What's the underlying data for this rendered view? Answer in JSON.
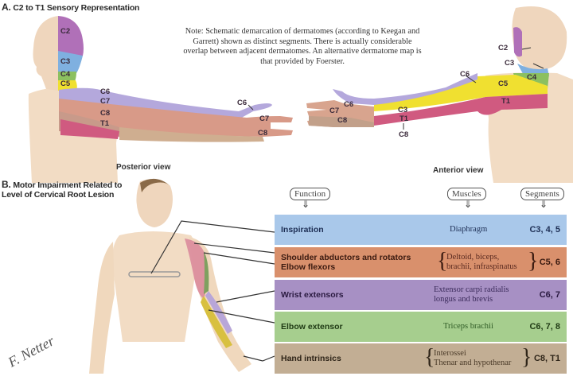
{
  "sectionA": {
    "letter": "A.",
    "title": "C2 to T1 Sensory Representation",
    "note": "Note: Schematic demarcation of dermatomes (according to Keegan and Garrett) shown as distinct segments. There is actually considerable overlap between adjacent dermatomes. An alternative dermatome map is that provided by Foerster.",
    "posterior_view_label": "Posterior view",
    "anterior_view_label": "Anterior view",
    "posterior_labels": [
      "C2",
      "C3",
      "C4",
      "C5",
      "C6",
      "C7",
      "C8",
      "T1",
      "C6",
      "C7",
      "C8"
    ],
    "anterior_labels": [
      "C2",
      "C3",
      "C4",
      "C5",
      "C6",
      "C5",
      "T1",
      "C6",
      "C7",
      "C8",
      "C3",
      "T1",
      "C8"
    ],
    "dermatome_colors": {
      "C2": "#b070b8",
      "C3": "#7fb0e0",
      "C4": "#8cc060",
      "C5": "#f0e030",
      "C6": "#b4a8dc",
      "C7": "#d89a88",
      "C8": "#c89a8a",
      "T1": "#d05a80",
      "skin": "#f2dcc4"
    }
  },
  "sectionB": {
    "letter": "B.",
    "title_line1": "Motor Impairment Related to",
    "title_line2": "Level of Cervical Root Lesion",
    "headers": {
      "function": "Function",
      "muscles": "Muscles",
      "segments": "Segments"
    },
    "rows": [
      {
        "function": "Inspiration",
        "function2": "",
        "muscles": "Diaphragm",
        "muscles2": "",
        "brace": false,
        "segments": "C3, 4, 5",
        "color": "#a9c8ea",
        "text_color": "#1e2f55"
      },
      {
        "function": "Shoulder abductors and rotators",
        "function2": "Elbow flexors",
        "muscles": "Deltoid, biceps,",
        "muscles2": "brachii, infraspinatus",
        "brace": true,
        "segments": "C5, 6",
        "color": "#d9906c",
        "text_color": "#3a1a10"
      },
      {
        "function": "Wrist extensors",
        "function2": "",
        "muscles": "Extensor carpi radialis",
        "muscles2": "longus and brevis",
        "brace": false,
        "segments": "C6, 7",
        "color": "#a790c4",
        "text_color": "#2a1a40"
      },
      {
        "function": "Elbow extensor",
        "function2": "",
        "muscles": "Triceps brachii",
        "muscles2": "",
        "brace": false,
        "segments": "C6, 7, 8",
        "color": "#a6ce8e",
        "text_color": "#1f3a14"
      },
      {
        "function": "Hand intrinsics",
        "function2": "",
        "muscles": "Interossei",
        "muscles2": "Thenar and hypothenar",
        "brace": true,
        "segments": "C8, T1",
        "color": "#c2ae94",
        "text_color": "#2e2418"
      }
    ]
  },
  "signature": "F. Netter"
}
